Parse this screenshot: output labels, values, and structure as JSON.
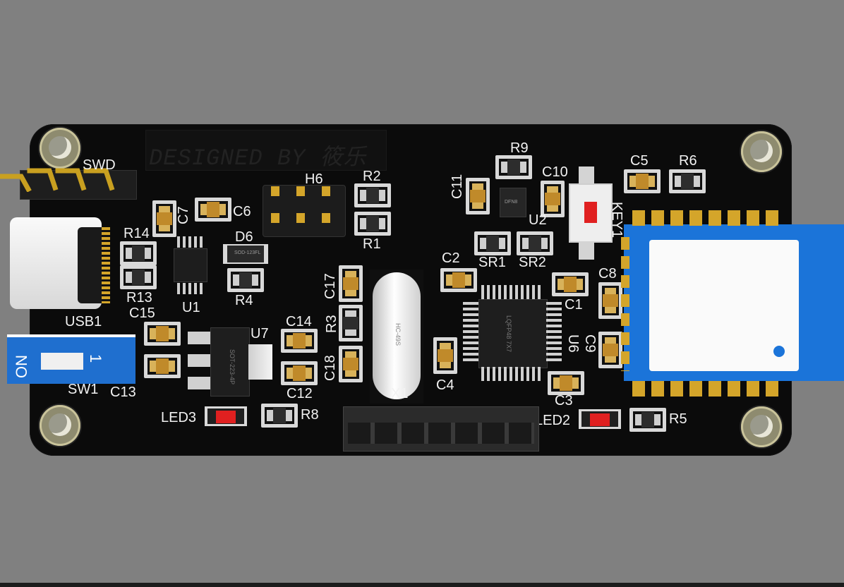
{
  "board": {
    "silkscreen_logo": "DESIGNED BY 筱乐",
    "labels": {
      "swd": "SWD",
      "h6": "H6",
      "r2": "R2",
      "r1": "R1",
      "r9": "R9",
      "c10": "C10",
      "c11": "C11",
      "u2": "U2",
      "c5": "C5",
      "r6": "R6",
      "key1": "KEY1",
      "c7": "C7",
      "c6": "C6",
      "r14": "R14",
      "d6": "D6",
      "r13": "R13",
      "u1": "U1",
      "r4": "R4",
      "usb1": "USB1",
      "c15": "C15",
      "sr1": "SR1",
      "sr2": "SR2",
      "c2": "C2",
      "c17": "C17",
      "r3": "R3",
      "c18": "C18",
      "c8": "C8",
      "c1": "C1",
      "u6": "U6",
      "c9": "C9",
      "c14": "C14",
      "u7": "U7",
      "c12": "C12",
      "c4": "C4",
      "c3": "C3",
      "x1": "X1",
      "sw1": "SW1",
      "c13": "C13",
      "led3": "LED3",
      "r8": "R8",
      "led2": "LED2",
      "r5": "R5"
    },
    "part_marks": {
      "dip_switch_on": "ON",
      "dip_switch_pos": "1",
      "crystal": "HC-49S",
      "mcu": "LQFP48 7X7",
      "diode": "SOD-123FL",
      "regulator": "SOT-223-4P",
      "qfn": "DFN8"
    }
  },
  "colors": {
    "background": "#808080",
    "pcb": "#0b0b0b",
    "module_blue": "#1b74d9",
    "dip_blue": "#1f6fcf",
    "led_red": "#e02020",
    "cap_tan": "#c08a2a",
    "gold": "#d4a52a"
  }
}
